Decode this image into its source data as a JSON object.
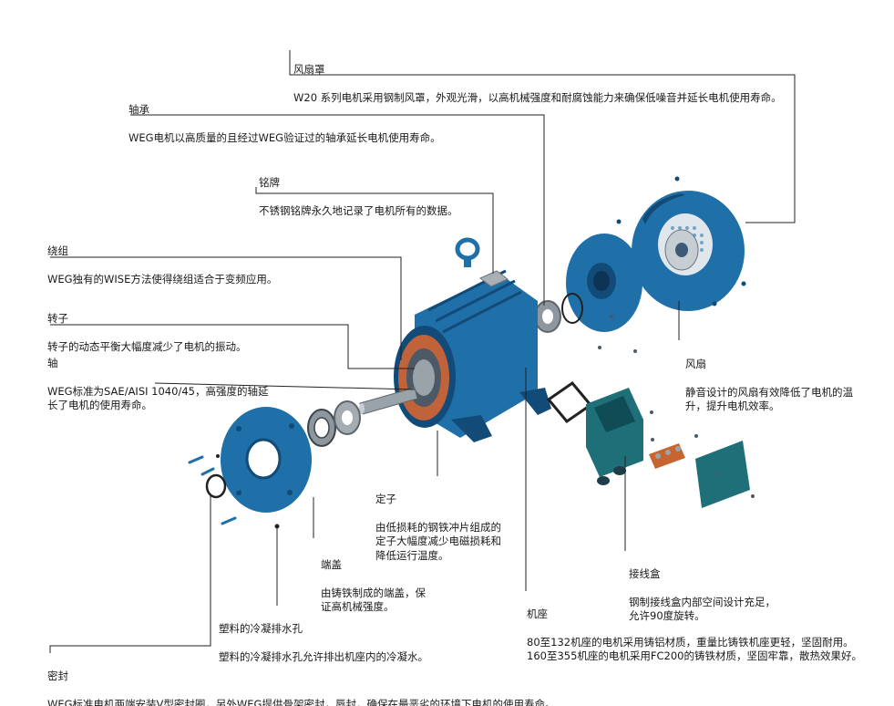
{
  "callouts": {
    "fan_cover": {
      "title": "风扇罩",
      "desc": "W20 系列电机采用钢制风罩，外观光滑，以高机械强度和耐腐蚀能力来确保低噪音并延长电机使用寿命。"
    },
    "bearing": {
      "title": "轴承",
      "desc": "WEG电机以高质量的且经过WEG验证过的轴承延长电机使用寿命。"
    },
    "nameplate": {
      "title": "铭牌",
      "desc": "不锈钢铭牌永久地记录了电机所有的数据。"
    },
    "winding": {
      "title": "绕组",
      "desc": "WEG独有的WISE方法使得绕组适合于变频应用。"
    },
    "rotor": {
      "title": "转子",
      "desc": "转子的动态平衡大幅度减少了电机的振动。"
    },
    "shaft": {
      "title": "轴",
      "desc": "WEG标准为SAE/AISI 1040/45，高强度的轴延\n长了电机的使用寿命。"
    },
    "fan": {
      "title": "风扇",
      "desc": "静音设计的风扇有效降低了电机的温\n升，提升电机效率。"
    },
    "stator": {
      "title": "定子",
      "desc": "由低损耗的钢铁冲片组成的\n定子大幅度减少电磁损耗和\n降低运行温度。"
    },
    "endshield": {
      "title": "端盖",
      "desc": "由铸铁制成的端盖，保\n证高机械强度。"
    },
    "terminal_box": {
      "title": "接线盒",
      "desc": "钢制接线盒内部空间设计充足，\n允许90度旋转。"
    },
    "frame": {
      "title": "机座",
      "desc": "80至132机座的电机采用铸铝材质，重量比铸铁机座更轻，坚固耐用。\n160至355机座的电机采用FC200的铸铁材质，坚固牢靠，散热效果好。"
    },
    "drain": {
      "title": "塑料的冷凝排水孔",
      "desc": "塑料的冷凝排水孔允许排出机座内的冷凝水。"
    },
    "seal": {
      "title": "密封",
      "desc": "WEG标准电机两端安装V型密封圈，另外WEG提供骨架密封，唇封，确保在最恶劣的环境下电机的使用寿命。"
    }
  },
  "colors": {
    "motor_blue": "#1f6fa8",
    "motor_dark": "#134b78",
    "box_teal": "#1e6f78",
    "copper": "#c0623a",
    "steel": "#9aa3aa"
  }
}
